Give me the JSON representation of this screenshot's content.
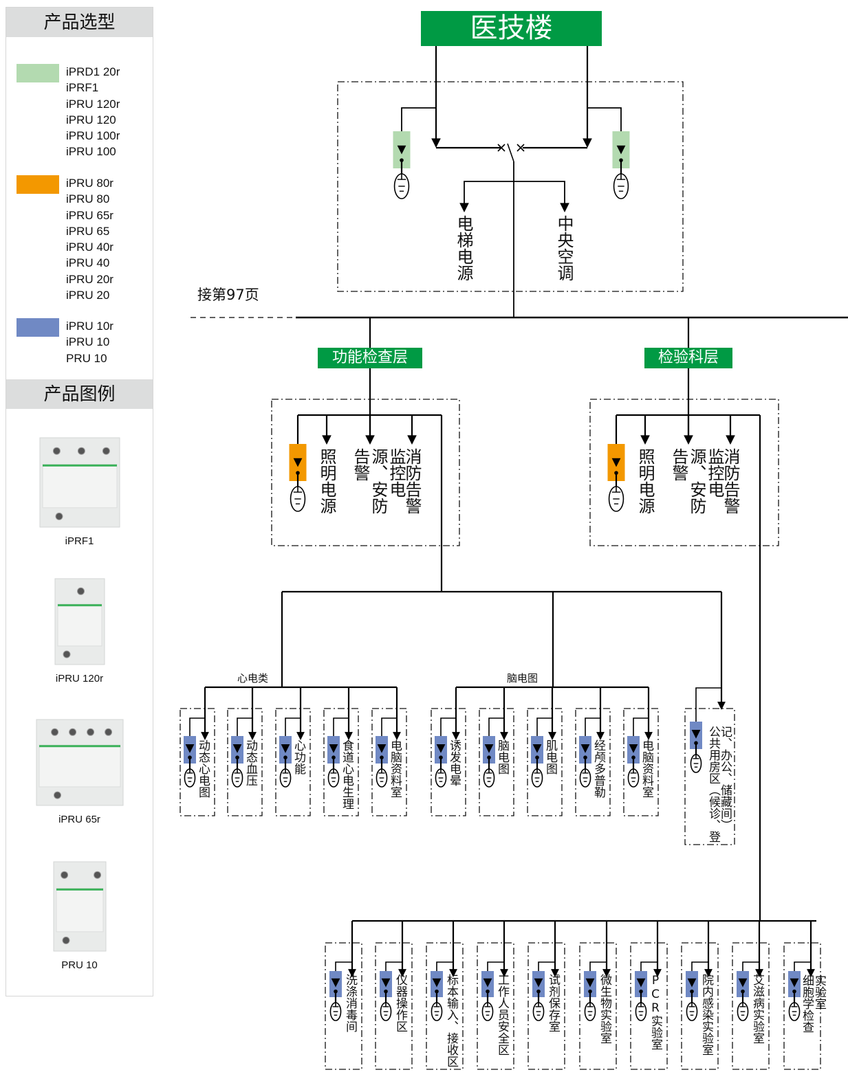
{
  "sidebar": {
    "selection_title": "产品选型",
    "legend": [
      {
        "color": "#b3dab0",
        "items": [
          "iPRD1 20r",
          "iPRF1",
          "iPRU 120r",
          "iPRU 120",
          "iPRU 100r",
          "iPRU 100"
        ]
      },
      {
        "color": "#f39800",
        "items": [
          "iPRU 80r",
          "iPRU 80",
          "iPRU 65r",
          "iPRU 65",
          "iPRU 40r",
          "iPRU 40",
          "iPRU 20r",
          "iPRU 20"
        ]
      },
      {
        "color": "#7089c4",
        "items": [
          "iPRU 10r",
          "iPRU 10",
          "PRU 10"
        ]
      }
    ],
    "legend_title": "产品图例",
    "products": [
      {
        "caption": "iPRF1",
        "poles": 3
      },
      {
        "caption": "iPRU 120r",
        "poles": 1
      },
      {
        "caption": "iPRU 65r",
        "poles": 4
      },
      {
        "caption": "PRU 10",
        "poles": 2
      }
    ]
  },
  "colors": {
    "title_green": "#009a44",
    "spd_green": "#b3dab0",
    "spd_orange": "#f39800",
    "spd_blue": "#7089c4",
    "line": "#000000"
  },
  "diagram": {
    "building": "医技楼",
    "main_loads": [
      "电梯电源",
      "中央空调"
    ],
    "continuation_note": "接第97页",
    "floors": [
      {
        "name": "功能检查层",
        "loads": [
          "照明电源",
          "监控电源、安防告警",
          "消防告警"
        ]
      },
      {
        "name": "检验科层",
        "loads": [
          "照明电源",
          "监控电源、安防告警",
          "消防告警"
        ]
      }
    ],
    "groups": [
      {
        "name": "心电类",
        "rooms": [
          "动态心电图",
          "动态血压",
          "心功能",
          "食道心电生理",
          "电脑资料室"
        ]
      },
      {
        "name": "脑电图",
        "rooms": [
          "诱发电晕",
          "脑电图",
          "肌电图",
          "经颅多普勒",
          "电脑资料室"
        ]
      }
    ],
    "public_area": "公共用房区（候诊、登记、办公、储藏间）",
    "public_area_col1": "公共用房区（候诊、登",
    "public_area_col2": "记、办公、储藏间）",
    "lab_rooms": [
      "洗涤消毒间",
      "仪器操作区",
      "标本输入、接收区",
      "工作人员安全区",
      "试剂保存室",
      "微生物实验室",
      "PCR实验室",
      "院内感染实验室",
      "艾滋病实验室",
      "细胞学检查实验室"
    ],
    "lab_last_col1": "细胞学检查",
    "lab_last_col2": "实验室"
  }
}
